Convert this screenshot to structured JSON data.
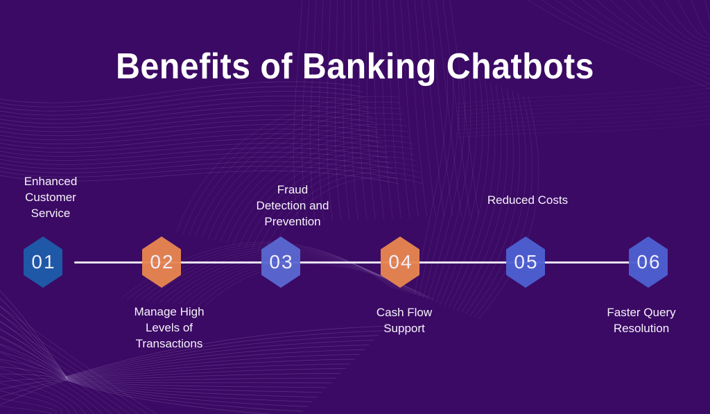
{
  "title": "Benefits of Banking Chatbots",
  "theme": {
    "background_color": "#3b0a64",
    "title_color": "#ffffff",
    "label_color": "#f6f3fb",
    "timeline_line_color": "#e9e2f2",
    "wave_pattern_color": "#cdbfea",
    "number_text_color": "#f0eefc",
    "node_blue_dark": "#1d5ca9",
    "node_orange": "#e78550",
    "node_periwinkle": "#5a68d0",
    "node_indigo": "#4d60d1"
  },
  "timeline": {
    "steps": [
      {
        "number": "01",
        "label": "Enhanced\nCustomer\nService",
        "hex_color": "#1d5ca9",
        "label_position": "above"
      },
      {
        "number": "02",
        "label": "Manage High\nLevels of\nTransactions",
        "hex_color": "#e78550",
        "label_position": "below"
      },
      {
        "number": "03",
        "label": "Fraud\nDetection and\nPrevention",
        "hex_color": "#5a68d0",
        "label_position": "above"
      },
      {
        "number": "04",
        "label": "Cash Flow\nSupport",
        "hex_color": "#e78550",
        "label_position": "below"
      },
      {
        "number": "05",
        "label": "Reduced Costs",
        "hex_color": "#4d60d1",
        "label_position": "above"
      },
      {
        "number": "06",
        "label": "Faster Query\nResolution",
        "hex_color": "#4d60d1",
        "label_position": "below"
      }
    ]
  }
}
